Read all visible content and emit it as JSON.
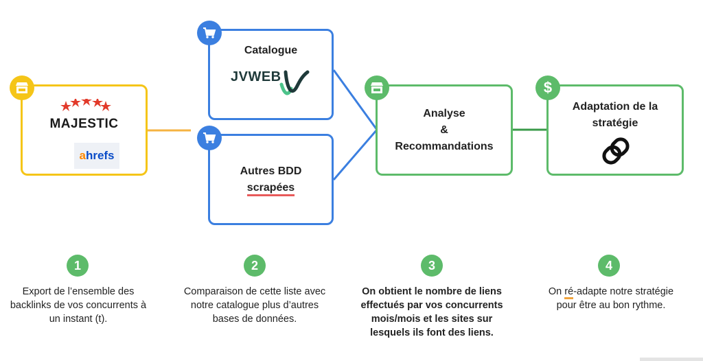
{
  "colors": {
    "yellow": "#f5c518",
    "blue": "#3b7fe0",
    "green": "#5dbb6a",
    "red_underline": "#e85a5a",
    "orange_underline": "#f0a33b"
  },
  "boxes": {
    "sources": {
      "icon": "store-icon",
      "logo_majestic": "MAJESTIC",
      "logo_ahrefs_a": "a",
      "logo_ahrefs_rest": "hrefs"
    },
    "catalogue": {
      "icon": "cart-icon",
      "title": "Catalogue",
      "logo_jvweb": "JVWEB"
    },
    "autres": {
      "icon": "cart-icon",
      "title_line1": "Autres BDD",
      "title_line2": "scrapées"
    },
    "analyse": {
      "icon": "store-icon",
      "title_line1": "Analyse",
      "title_line2": "&",
      "title_line3": "Recommandations"
    },
    "adaptation": {
      "icon": "dollar-icon",
      "title_line1": "Adaptation de la",
      "title_line2": "stratégie"
    }
  },
  "steps": [
    {
      "number": "1",
      "lines": [
        "Export de l’ensemble des",
        "backlinks de vos concurrents à",
        "un instant (t)."
      ]
    },
    {
      "number": "2",
      "lines": [
        "Comparaison de cette liste avec",
        "notre catalogue plus d’autres",
        "bases de données."
      ]
    },
    {
      "number": "3",
      "lines": [
        "On obtient le nombre de liens",
        "effectués par vos concurrents",
        "mois/mois et les sites sur",
        "lesquels ils font des liens."
      ]
    },
    {
      "number": "4",
      "line1_before": "On ",
      "line1_highlight": "ré",
      "line1_after": "-adapte notre stratégie",
      "line2": "pour être au bon rythme."
    }
  ]
}
